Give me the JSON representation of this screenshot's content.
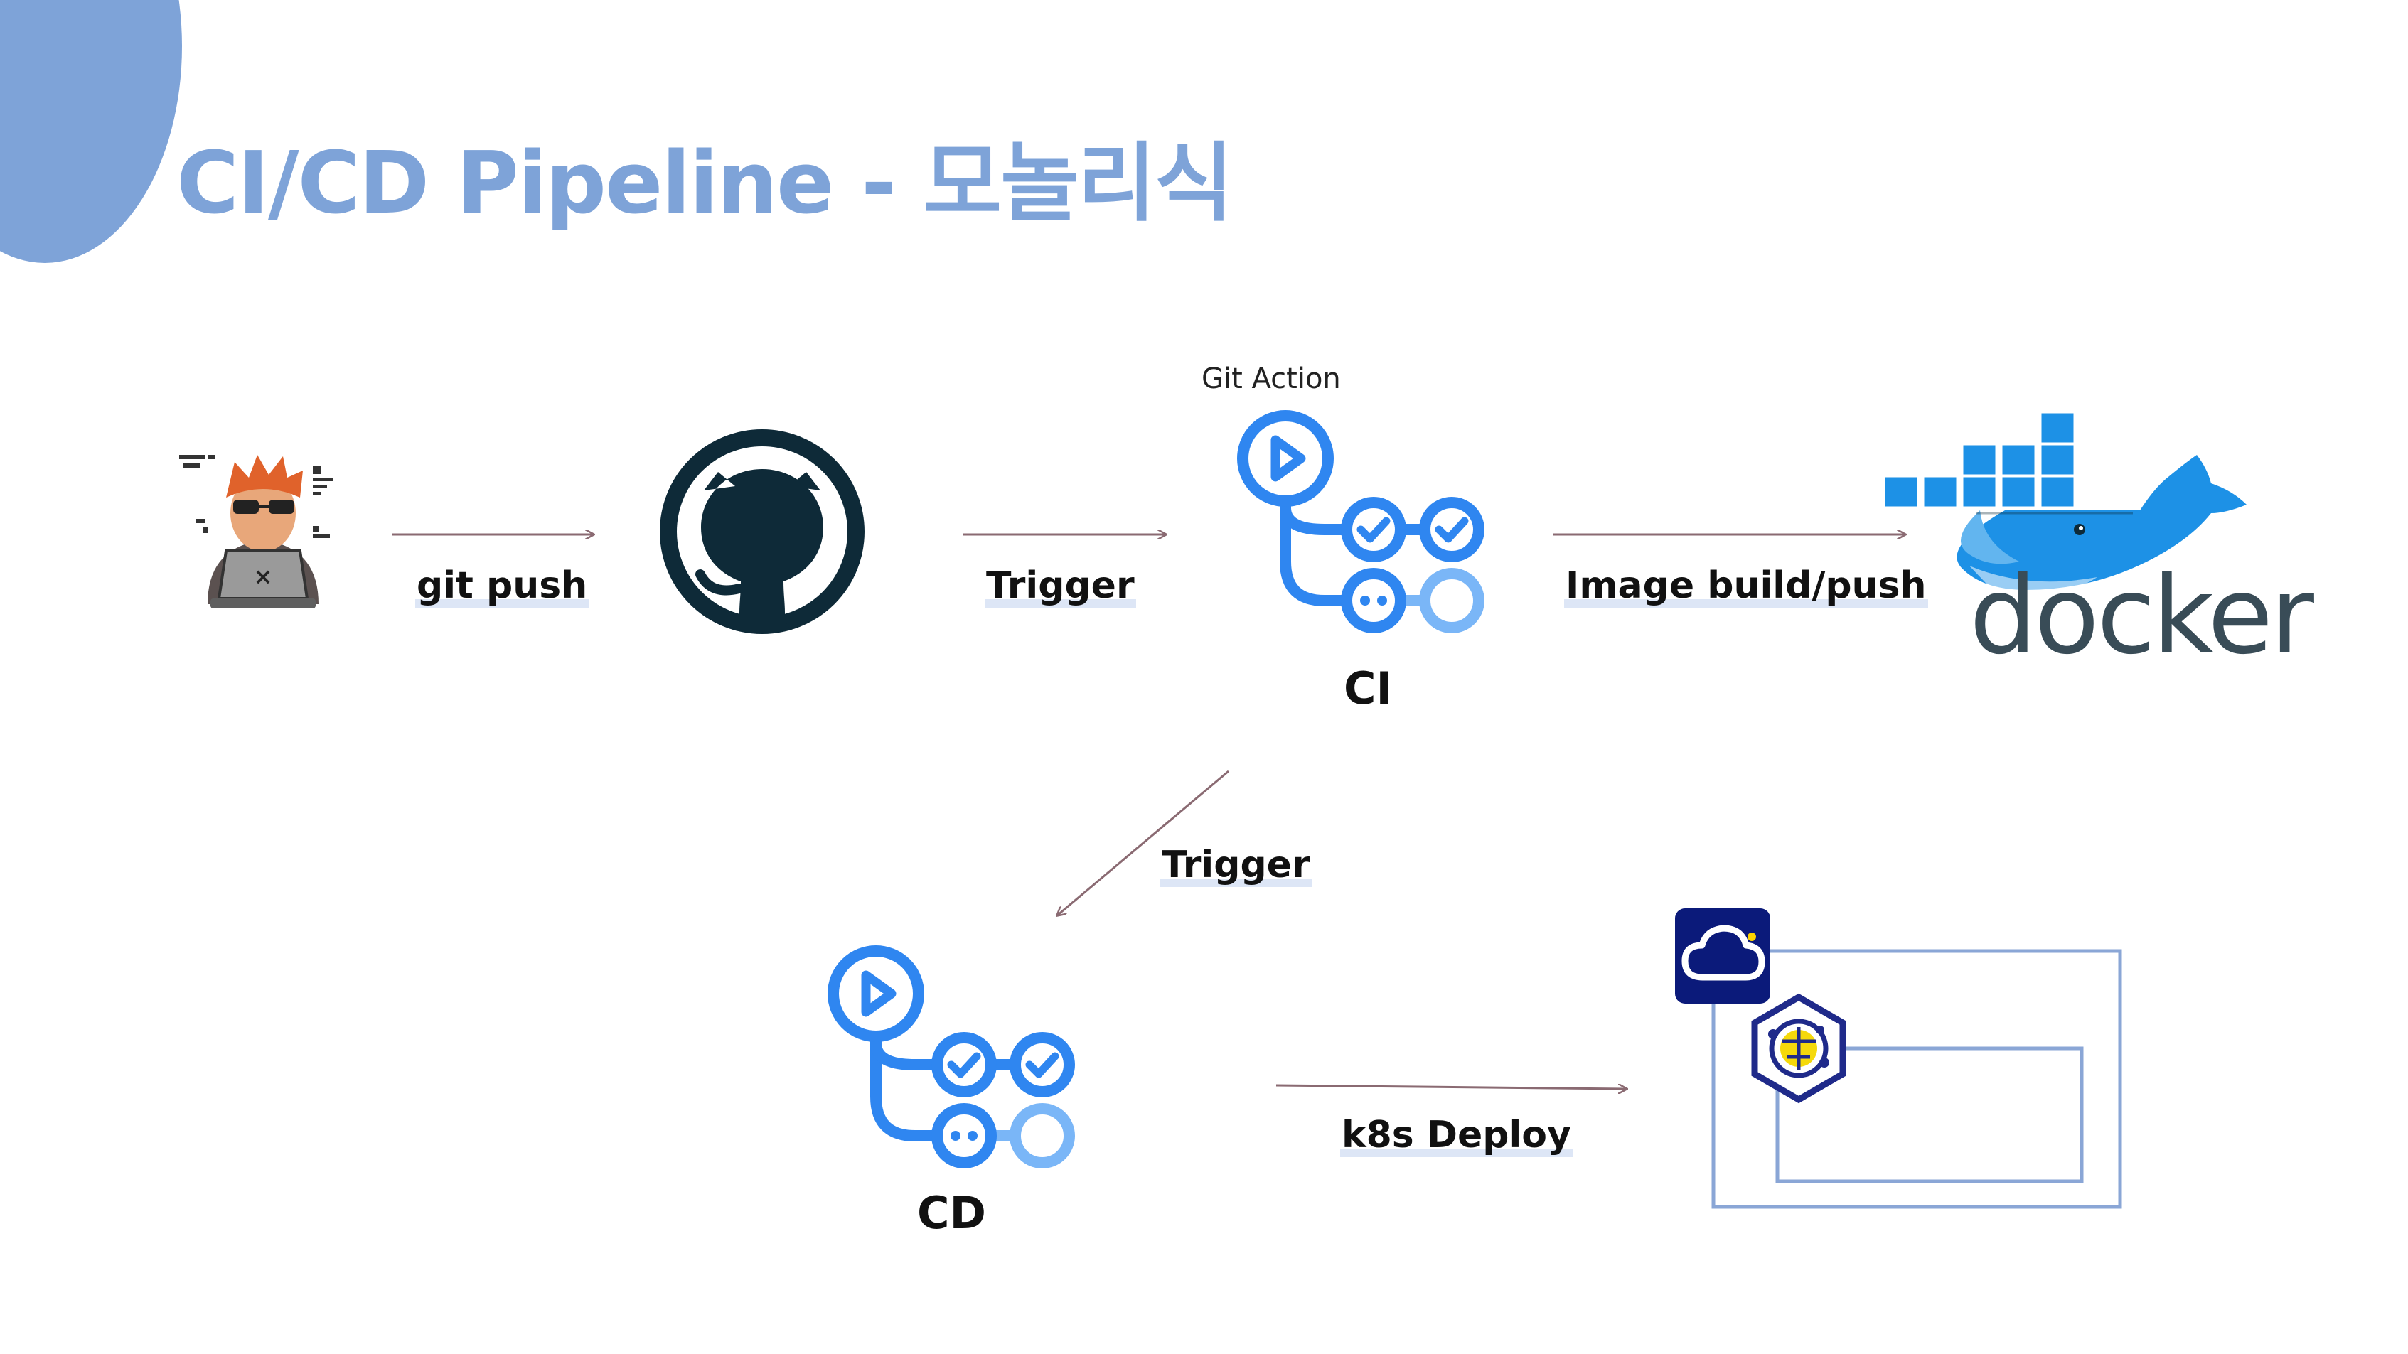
{
  "title": "CI/CD Pipeline - 모놀리식",
  "edges": {
    "git_push": "git push",
    "trigger_ci": "Trigger",
    "image_build": "Image build/push",
    "trigger_cd": "Trigger",
    "k8s_deploy": "k8s Deploy"
  },
  "nodes": {
    "developer": "developer-icon",
    "github": "github-icon",
    "ci_caption": "Git Action",
    "ci_label": "CI",
    "docker": "docker",
    "cd_label": "CD",
    "cloud": "cloud-icon",
    "kubernetes": "kubernetes-icon"
  },
  "colors": {
    "title": "#7ea3d8",
    "arrow": "#8a6a72",
    "actions_blue": "#2f86f0",
    "actions_light": "#7ab6f7",
    "docker_blue": "#1d91e6",
    "cloud_bg": "#0b1a7a",
    "box_border": "#8aa6d6"
  }
}
